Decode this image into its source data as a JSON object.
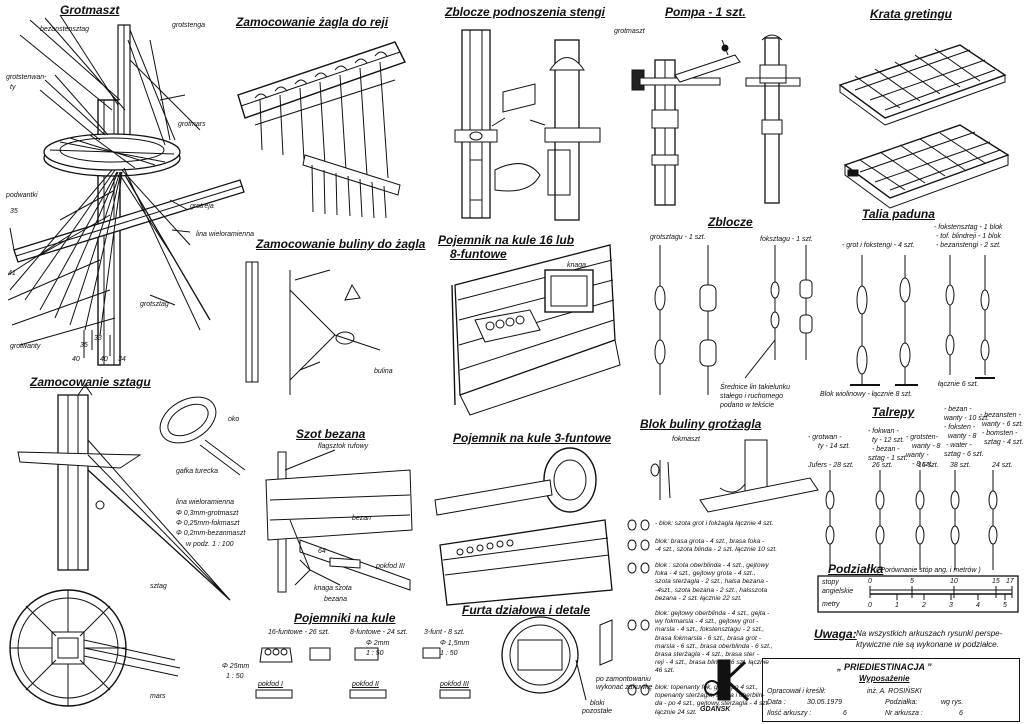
{
  "sections": {
    "grotmaszt": "Grotmaszt",
    "zamocowanie_zagla": "Zamocowanie żagla do reji",
    "zblocze_podnoszenia": "Zblocze podnoszenia stengi",
    "pompa": "Pompa - 1 szt.",
    "krata": "Krata gretingu",
    "zamocowanie_buliny": "Zamocowanie buliny do żagla",
    "pojemnik_16_a": "Pojemnik na kule 16 lub",
    "pojemnik_16_b": "8-funtowe",
    "zblocze": "Zblocze",
    "talia": "Talia paduna",
    "zamocowanie_sztagu": "Zamocowanie sztagu",
    "szot": "Szot bezana",
    "pojemnik_3": "Pojemnik na kule 3-funtowe",
    "blok_buliny": "Blok buliny grotżagla",
    "talrepy": "Talrepy",
    "pojemniki": "Pojemniki na kule",
    "furta": "Furta działowa i detale",
    "podzialka": "Podziałka",
    "uwaga": "Uwaga:"
  },
  "labels": {
    "bezanstensztag": "bezanstensztag",
    "grotstenga": "grotstenga",
    "grotstenwanty_a": "grotstenwan-",
    "grotstenwanty_b": "ty",
    "grotmars": "grotmars",
    "podwantki": "podwantki",
    "grotreja": "grotreja",
    "lina_wieloramienna": "lina wieloramienna",
    "grotsztag": "grotsztag",
    "grotwanty": "grotwanty",
    "n35a": "35",
    "n41": "41",
    "n35b": "35",
    "n33": "33",
    "n40a": "40",
    "n40b": "40",
    "n34": "34",
    "grotmaszt_pompa": "grotmaszt",
    "knaga": "knaga",
    "bulina": "bulina",
    "oko": "oko",
    "gafka": "gafka turecka",
    "lina_wielo2": "lina wieloramienna",
    "phi1": "Φ 0,3mm-grotmaszt",
    "phi2": "Φ 0,25mm-fokmaszt",
    "phi3": "Φ 0,2mm-bezanmaszt",
    "wpodz": "w  podz. 1 : 100",
    "sztag": "sztag",
    "mars": "mars",
    "flagsztok": "flagsztok rufowy",
    "bezan": "bezan",
    "n64": "64",
    "pokfod3": "pokfod  III",
    "knaga_szota_a": "knaga szota",
    "knaga_szota_b": "bezana",
    "fokmaszt": "fokmaszt",
    "zblocze_grotsztagu": "grotsztagu - 1 szt.",
    "zblocze_foksztagu": "foksztagu - 1 szt.",
    "srednice_a": "Średnice lin takielunku",
    "srednice_b": "stałego i ruchomego",
    "srednice_c": "podano w tekście",
    "talia_a": "- fokstensztag - 1 blok",
    "talia_b": "- tof. blindreji - 1 blok",
    "talia_c": "- bezanstengi - 2 szt.",
    "talia_d": "- grot i fokstengi - 4 szt.",
    "blok_wiolinowy": "Blok wiolinowy - łącznie 8 szt.",
    "lacznie6": "łącznie 6 szt.",
    "tal_grotwanty": "- grotwan -",
    "tal_ty14": "ty - 14 szt.",
    "tal_fokwan": "- fokwan -",
    "tal_ty12": "ty - 12 szt.",
    "tal_bezan": "- bezan -",
    "tal_sztag1": "sztag - 1 szt.",
    "tal_grotstenwanty": "- grotsten-",
    "tal_wanty8a": "wanty - 8",
    "tal_wanty": "wanty -",
    "tal_8szt": "- 8 szt.",
    "tal_bezanwanty": "- bezan -",
    "tal_wanty10": "wanty - 10 szt.",
    "tal_fokstenwanty": "- foksten -",
    "tal_wanty8b": "wanty - 8",
    "tal_water": "- water -",
    "tal_sztag6": "sztag - 6 szt.",
    "tal_bezansten": "- bezansten -",
    "tal_wanty6": "wanty - 6 szt.",
    "tal_bomsten": "- bomsten -",
    "tal_sztag4": "sztag - 4 szt.",
    "jufers": "Jufers - 28 szt.",
    "n26": "26 szt.",
    "n16": "16 szt.",
    "n38": "38 szt.",
    "n24": "24 szt.",
    "pojemnik16": "16-funtowe - 26 szt.",
    "pojemnik8": "8-funtowe - 24 szt.",
    "pojemnik3": "3-funt - 8 szt.",
    "phi25": "Φ 25mm",
    "s150a": "1 : 50",
    "phi2mm": "Φ 2mm",
    "s150b": "1 : 50",
    "phi15": "Φ 1,5mm",
    "s150c": "1 : 50",
    "pokfod1": "pokfod  I",
    "pokfod2": "pokfod  II",
    "pokfod3b": "pokfod  III",
    "po_zamont_a": "po  zamontowaniu",
    "po_zamont_b": "wykonać  zakuwkę",
    "bloki_a": "bloki",
    "bloki_b": "pozostałe",
    "stopy": "stopy",
    "angielskie": "angielskie",
    "metry": "metry",
    "podzialka_opis": "( Porównanie stóp ang. i metrów )",
    "uwaga_a": "Na wszystkich arkuszach rysunki perspe-",
    "uwaga_b": "ktywiczne nie są wykonane w podziałce."
  },
  "scale": {
    "feet": [
      "0",
      "5",
      "10",
      "15",
      "17"
    ],
    "meters": [
      "0",
      "1",
      "2",
      "3",
      "4",
      "5"
    ]
  },
  "block_notes": [
    [
      "- blok: szota grot i fokżagla  łącznie 4 szt."
    ],
    [
      "blok: brasa grota - 4 szt., brasa foka -",
      "-4 szt., szota blinda - 2 szt.  łącznie 10 szt."
    ],
    [
      "blok : szota oberblinda - 4 szt., gejtowy",
      "foka - 4 szt., gejtowy grota - 4 szt.,",
      "szota sterżagla - 2 szt., halsa bezana -",
      "-4szt., szota bezana - 2 szt., halsszota",
      "bezana - 2 szt.  łącznie  22 szt."
    ],
    [
      "blok: gejtowy oberblinda - 4 szt., gejta -",
      "wy fokmarsla - 4 szt., gejtowy grot -",
      "marsla - 4 szt., fokstensztagu - 2 szt.,",
      "brasa fokmarsla - 6 szt., brasa grot -",
      "marsla - 6 szt., brasa oberblinda - 6 szt.,",
      "brasa sterżagla - 4 szt., brasa ster -",
      "reji - 4 szt., brasa blinda - 6 szt.  łącznie",
      "46 szt."
    ],
    [
      "blok: topenanty fok, grot - po 4 szt.,",
      "topenanty sterżagla, blinda i oberblin-",
      "da - po 4 szt., gejtowy sterżagla - 4 szt.",
      "łącznie  24 szt."
    ]
  ],
  "title_block": {
    "name": "„ PRIEDIESTINACJA ”",
    "subtitle": "Wyposażenie",
    "logo_text": "GDAŃSK",
    "opracowal_label": "Opracował i kreślił:",
    "opracowal_value": "inż. A. ROSIŃSKI",
    "data_label": "Data :",
    "data_value": "30.05.1979",
    "podzialka_label": "Podziałka:",
    "podzialka_value": "wg rys.",
    "ilosc_label": "Ilość arkuszy :",
    "ilosc_value": "6",
    "nr_label": "Nr arkusza :",
    "nr_value": "6"
  }
}
